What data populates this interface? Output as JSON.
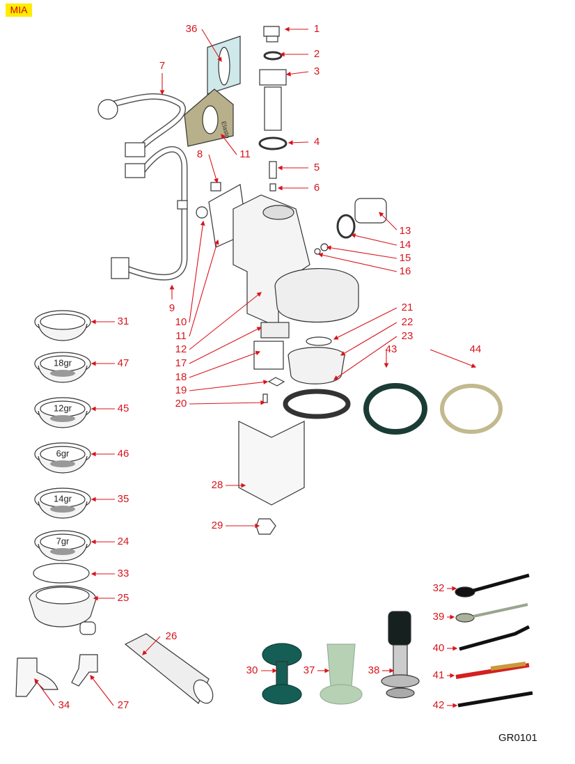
{
  "title": "MIA",
  "drawing_code": "GR0101",
  "label_color": "#d8141b",
  "labels": [
    "1",
    "2",
    "3",
    "36",
    "7",
    "11",
    "4",
    "5",
    "6",
    "8",
    "13",
    "14",
    "15",
    "16",
    "9",
    "10",
    "11",
    "12",
    "17",
    "18",
    "19",
    "20",
    "21",
    "22",
    "23",
    "43",
    "44",
    "31",
    "47",
    "45",
    "46",
    "35",
    "24",
    "33",
    "25",
    "28",
    "29",
    "26",
    "30",
    "37",
    "38",
    "32",
    "39",
    "40",
    "41",
    "42",
    "34",
    "27"
  ],
  "basket_sizes": [
    "18gr",
    "12gr",
    "6gr",
    "14gr",
    "7gr"
  ],
  "gasket_print": "Elasto"
}
